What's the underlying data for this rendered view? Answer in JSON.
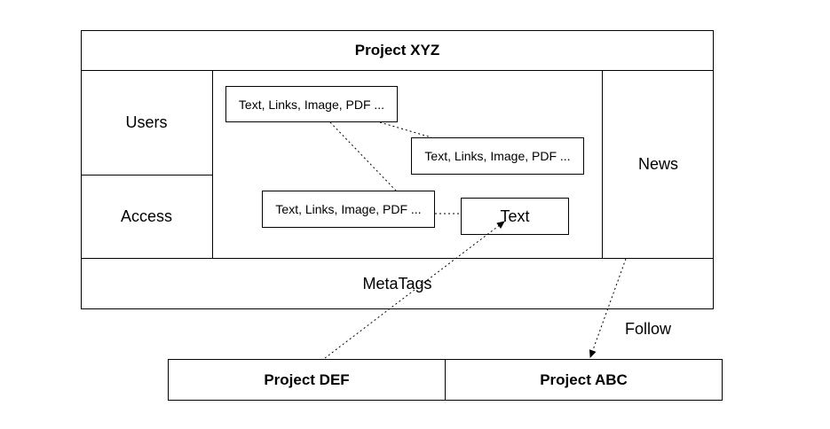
{
  "project_xyz": {
    "title": "Project XYZ",
    "left_panel": [
      "Users",
      "Access"
    ],
    "right_panel": "News",
    "footer": "MetaTags",
    "content_blocks": [
      "Text, Links, Image, PDF ...",
      "Text, Links, Image, PDF ...",
      "Text, Links, Image, PDF ...",
      "Text"
    ]
  },
  "edge_labels": {
    "follow": "Follow"
  },
  "bottom_projects": [
    "Project DEF",
    "Project ABC"
  ]
}
